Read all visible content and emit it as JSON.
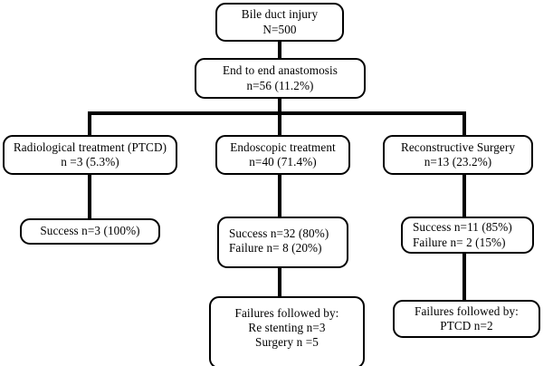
{
  "diagram": {
    "type": "flowchart",
    "title": "Bile duct injury treatment outcomes flowchart",
    "orientation": "top-down",
    "line_color": "#000000",
    "box_fill": "#ffffff",
    "box_border": "#000000"
  },
  "nodes": {
    "root": {
      "id": "bile-duct-injury",
      "line1": "Bile duct injury",
      "line2": "N=500"
    },
    "anastomosis": {
      "id": "end-to-end-anastomosis",
      "line1": "End to end anastomosis",
      "line2": "n=56 (11.2%)"
    },
    "radiological": {
      "id": "radiological-treatment",
      "line1": "Radiological treatment (PTCD)",
      "line2": "n =3 (5.3%)"
    },
    "endoscopic": {
      "id": "endoscopic-treatment",
      "line1": "Endoscopic treatment",
      "line2": "n=40 (71.4%)"
    },
    "reconstructive": {
      "id": "reconstructive-surgery",
      "line1": "Reconstructive Surgery",
      "line2": "n=13 (23.2%)"
    },
    "radiological_outcome": {
      "id": "radiological-outcome",
      "line1": "Success n=3 (100%)"
    },
    "endoscopic_outcome": {
      "id": "endoscopic-outcome",
      "line1": "Success n=32 (80%)",
      "line2": "Failure n= 8 (20%)"
    },
    "reconstructive_outcome": {
      "id": "reconstructive-outcome",
      "line1": "Success n=11 (85%)",
      "line2": "Failure n= 2 (15%)"
    },
    "endoscopic_failures": {
      "id": "endoscopic-failures",
      "line1": "Failures followed by:",
      "line2": "Re stenting n=3",
      "line3": "Surgery n =5"
    },
    "reconstructive_failures": {
      "id": "reconstructive-failures",
      "line1": "Failures followed by:",
      "line2": "PTCD n=2"
    }
  }
}
